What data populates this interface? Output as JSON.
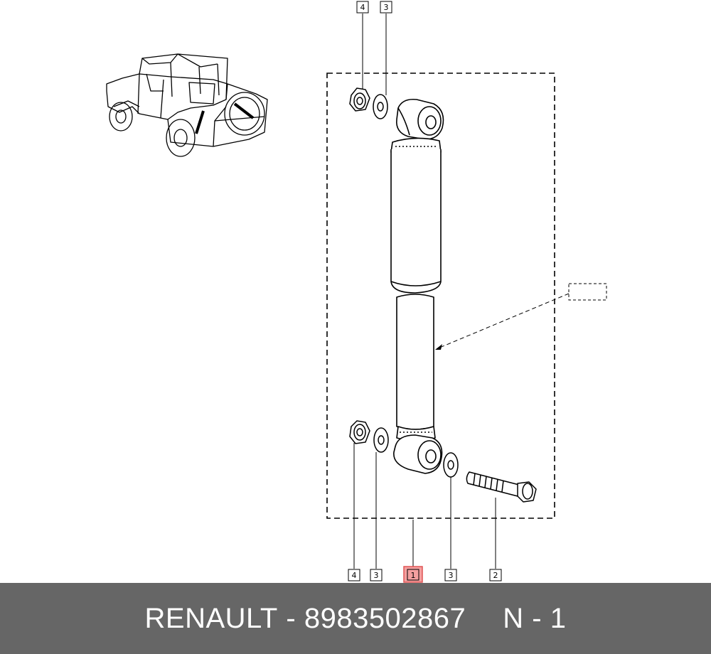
{
  "footer": {
    "background": "#666666",
    "text_color": "#ffffff",
    "brand": "RENAULT",
    "separator": "-",
    "part_number": "8983502867",
    "position_code": "N - 1"
  },
  "callouts": {
    "top_nut": "4",
    "top_washer": "3",
    "bottom_nut": "4",
    "bottom_washer_left": "3",
    "shock_absorber": "1",
    "bottom_washer_right": "3",
    "bolt": "2"
  },
  "colors": {
    "highlight_border": "#e05555",
    "highlight_fill": "#f4a0a0",
    "line": "#000000"
  }
}
